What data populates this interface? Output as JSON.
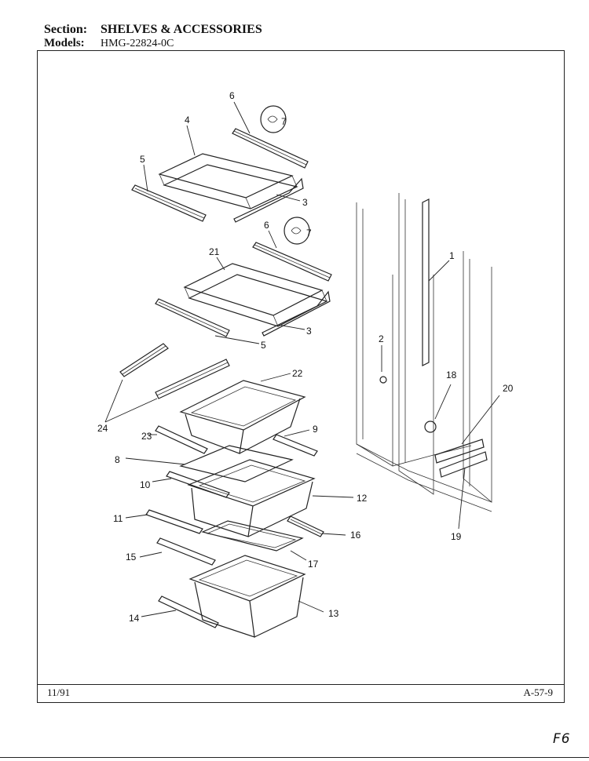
{
  "header": {
    "section_label": "Section:",
    "section_value": "SHELVES & ACCESSORIES",
    "models_label": "Models:",
    "models_value": "HMG-22824-0C"
  },
  "footer": {
    "date": "11/91",
    "page_code": "A-57-9"
  },
  "handwritten_mark": "F6",
  "callouts": [
    "6",
    "7",
    "4",
    "5",
    "3",
    "6",
    "7",
    "21",
    "3",
    "5",
    "1",
    "2",
    "22",
    "24",
    "23",
    "9",
    "18",
    "20",
    "8",
    "10",
    "12",
    "11",
    "16",
    "15",
    "17",
    "19",
    "13",
    "14"
  ]
}
